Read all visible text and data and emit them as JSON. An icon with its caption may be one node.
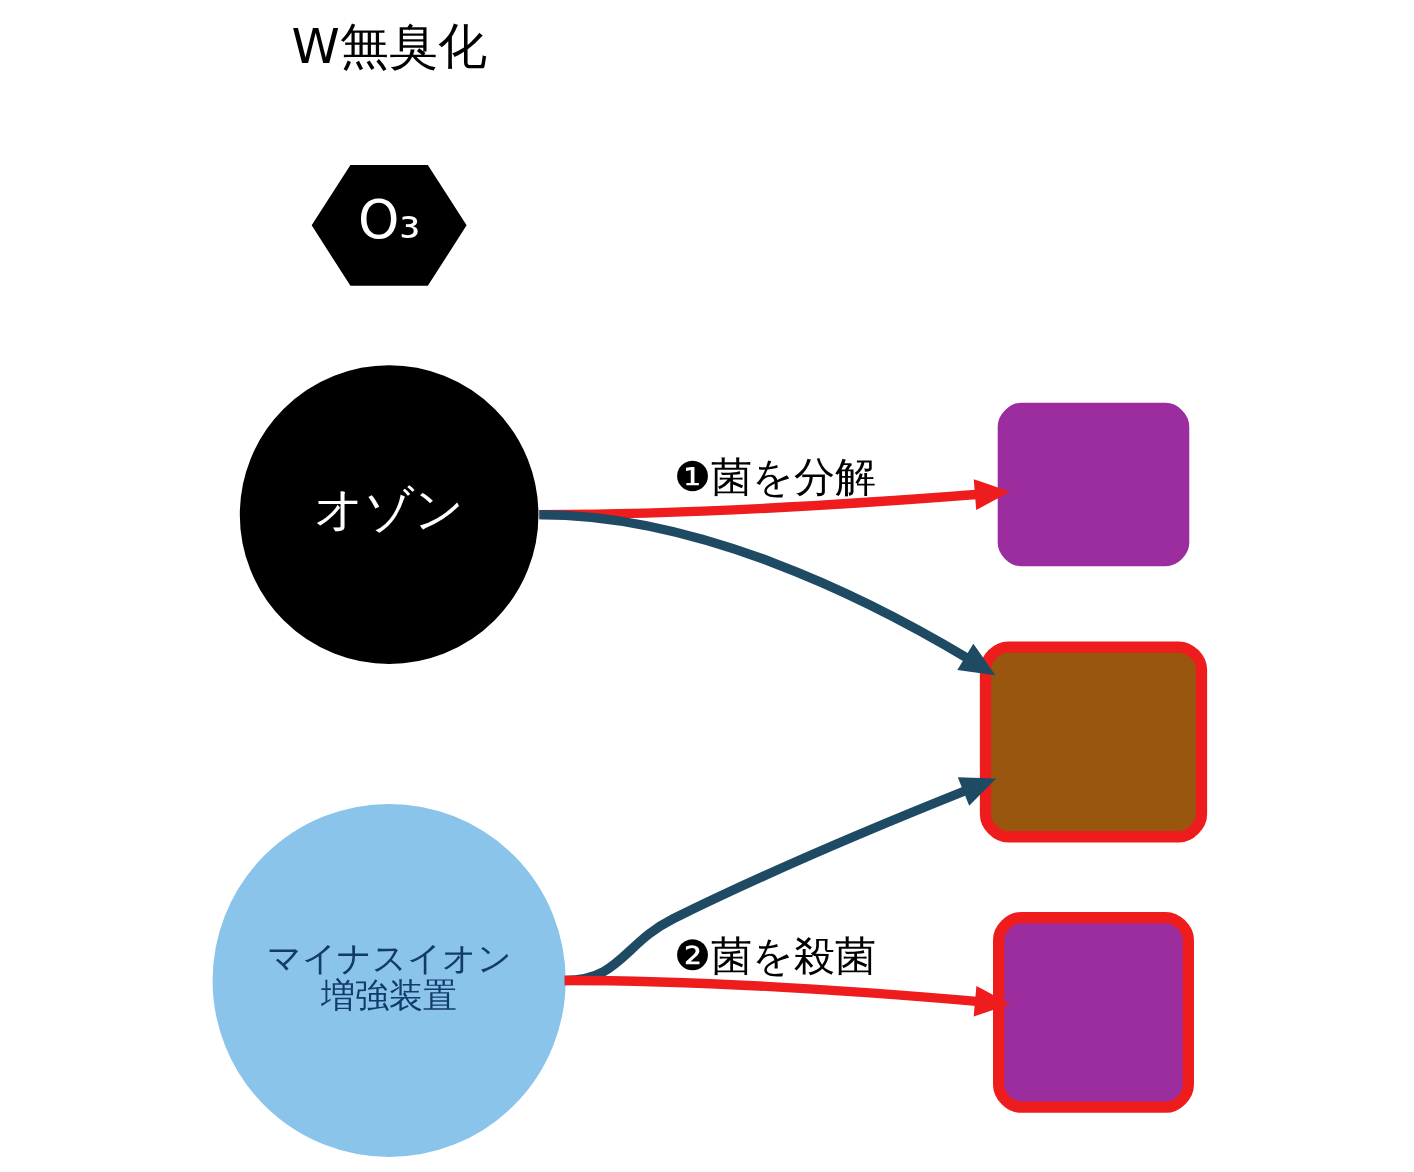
{
  "diagram": {
    "nodes": [
      {
        "text": [
          "オゾン"
        ]
      },
      {
        "text": [
          "O₃"
        ]
      },
      {
        "text": [],
        "shape": "box"
      },
      {
        "text": [],
        "shape": "box"
      },
      {
        "text": [
          "マイナスイオン増強装置"
        ]
      },
      {
        "text": [],
        "shape": "box"
      }
    ],
    "edges": [
      {
        "from": 0,
        "to": 2,
        "arrow": "to",
        "label": "❶菌を分解",
        "color": "#ee1c1c"
      },
      {
        "from": 0,
        "to": 3,
        "arrow": "to",
        "color": "#1f4a63"
      },
      {
        "from": 4,
        "to": 3,
        "arrow": "to",
        "color": "#1f4a63"
      },
      {
        "from": 4,
        "to": 5,
        "arrow": "to",
        "label": "❷菌を殺菌",
        "color": "#ee1c1c"
      }
    ],
    "labels": [
      "W無臭化"
    ]
  }
}
